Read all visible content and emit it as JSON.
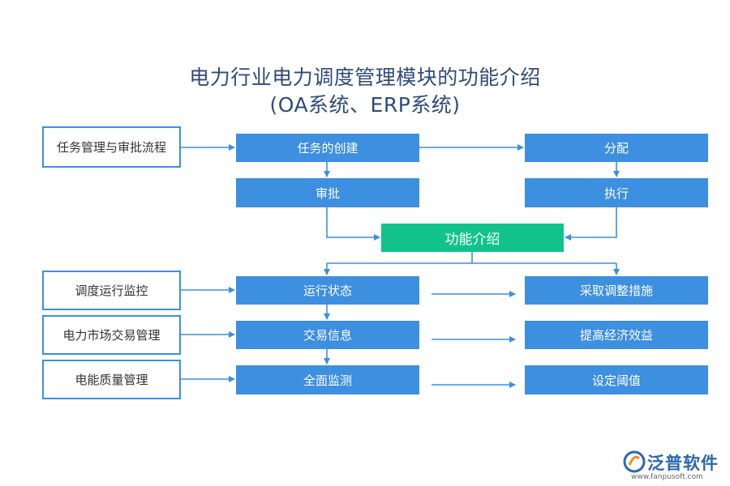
{
  "title": {
    "line1": "电力行业电力调度管理模块的功能介绍",
    "line2": "(OA系统、ERP系统)"
  },
  "left_boxes": {
    "task_approval": "任务管理与审批流程",
    "dispatch_monitor": "调度运行监控",
    "market_trading": "电力市场交易管理",
    "power_quality": "电能质量管理"
  },
  "top_flow": {
    "create": "任务的创建",
    "approve": "审批",
    "assign": "分配",
    "execute": "执行"
  },
  "center": {
    "label": "功能介绍"
  },
  "bottom_flow": {
    "run_status": "运行状态",
    "trade_info": "交易信息",
    "full_monitor": "全面监测",
    "adjust": "采取调整措施",
    "benefit": "提高经济效益",
    "threshold": "设定阈值"
  },
  "logo": {
    "name": "泛普软件",
    "url": "www.fanpusoft.com"
  },
  "colors": {
    "box_blue": "#3d8fe0",
    "center_green": "#11c38a",
    "title_text": "#2f4b7c",
    "arrow": "#3d8fe0"
  }
}
